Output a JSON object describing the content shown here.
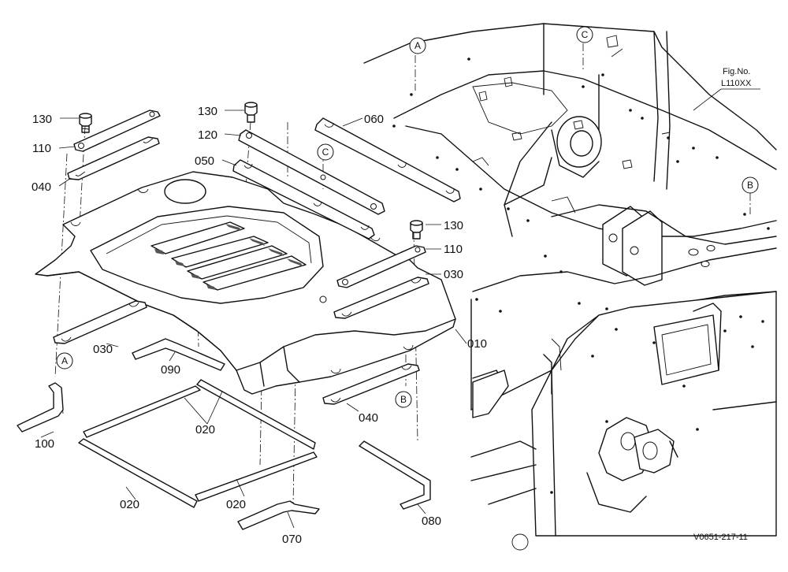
{
  "figure": {
    "fig_no_label": "Fig.No.",
    "fig_no_value": "L110XX",
    "drawing_code": "V0651-217-11"
  },
  "part_labels": {
    "p010": "010",
    "p020a": "020",
    "p020b": "020",
    "p020c": "020",
    "p030a": "030",
    "p030b": "030",
    "p040a": "040",
    "p040b": "040",
    "p050": "050",
    "p060": "060",
    "p070": "070",
    "p080": "080",
    "p090": "090",
    "p100": "100",
    "p110a": "110",
    "p110b": "110",
    "p120": "120",
    "p130a": "130",
    "p130b": "130",
    "p130c": "130"
  },
  "reference_marks": {
    "A1": "A",
    "A2": "A",
    "B1": "B",
    "B2": "B",
    "C1": "C",
    "C2": "C"
  }
}
